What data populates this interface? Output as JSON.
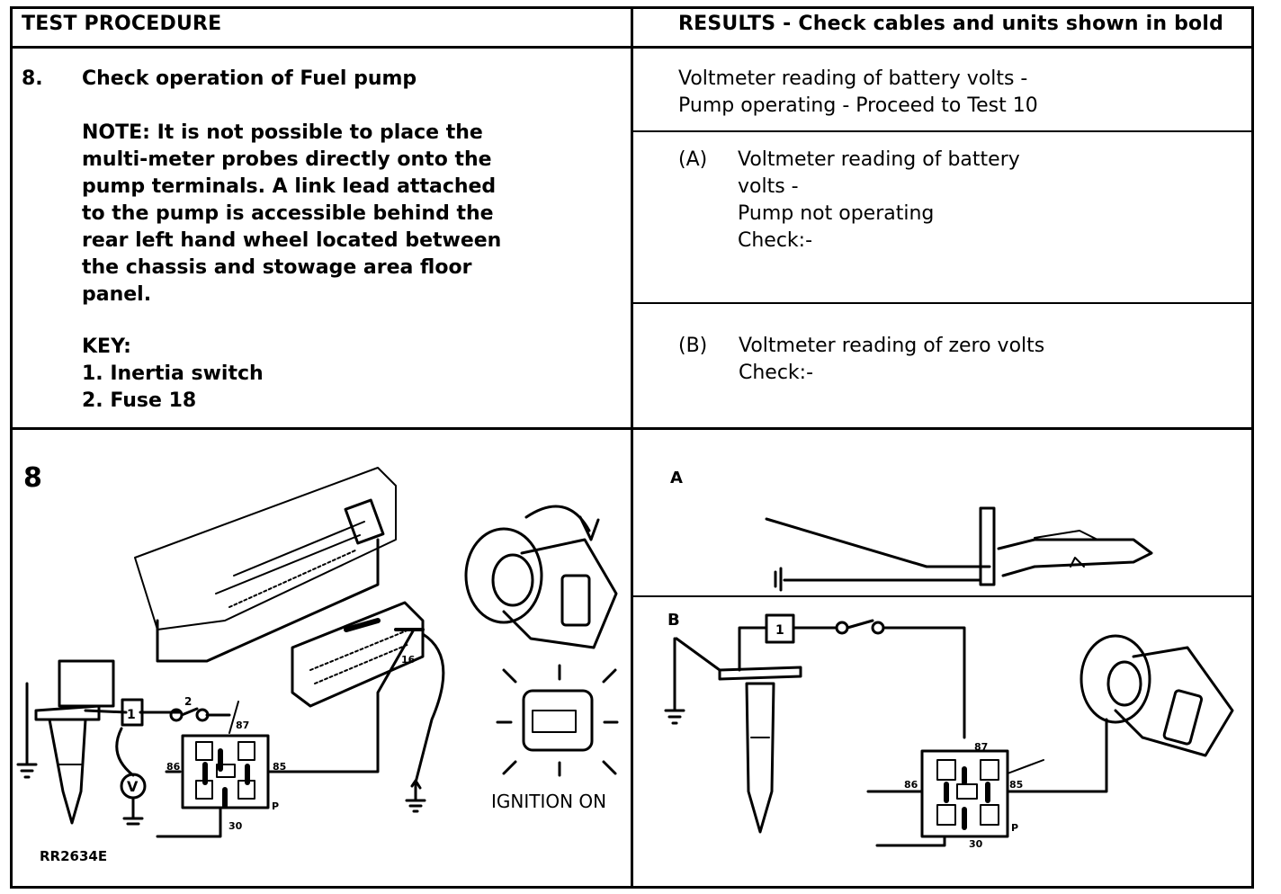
{
  "header": {
    "left": "TEST PROCEDURE",
    "right": "RESULTS - Check cables and units shown in bold"
  },
  "procedure": {
    "number": "8.",
    "title": "Check operation of Fuel pump",
    "note_lines": [
      "NOTE: It is not possible to place the",
      "multi-meter probes directly onto the",
      "pump terminals. A link lead attached",
      "to the pump is accessible behind the",
      "rear left hand wheel located between",
      "the chassis and stowage area floor",
      "panel."
    ],
    "key_title": "KEY:",
    "key_items": [
      "1. Inertia switch",
      "2. Fuse 18"
    ]
  },
  "results": {
    "main_lines": [
      "Voltmeter reading of battery volts -",
      "Pump operating - Proceed to Test 10"
    ],
    "a_label": "(A)",
    "a_lines": [
      "Voltmeter reading of battery",
      "volts -",
      "Pump not operating",
      "Check:-"
    ],
    "b_label": "(B)",
    "b_lines": [
      "Voltmeter reading of zero volts",
      "Check:-"
    ]
  },
  "diagram_left": {
    "number": "8",
    "ref": "RR2634E",
    "ignition": "IGNITION  ON",
    "inertia_num": "1",
    "fuse_num": "2",
    "voltmeter": "V",
    "pin_87": "87",
    "pin_86": "86",
    "pin_85": "85",
    "pin_30": "30",
    "pin_p": "P",
    "pin_16": "16"
  },
  "diagram_right": {
    "label_a": "A",
    "label_b": "B",
    "inertia_num": "1",
    "pin_87": "87",
    "pin_86": "86",
    "pin_85": "85",
    "pin_30": "30",
    "pin_p": "P"
  }
}
